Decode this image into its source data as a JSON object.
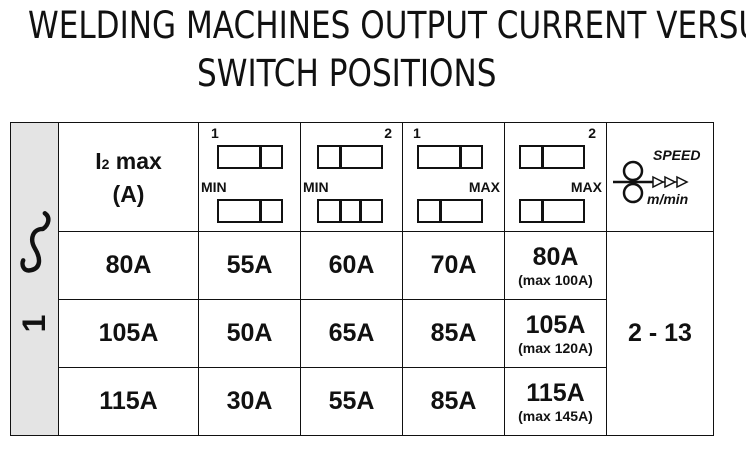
{
  "title": {
    "line1": "WELDING MACHINES OUTPUT CURRENT VERSUS",
    "line2": "SWITCH POSITIONS"
  },
  "header": {
    "i2max": "I",
    "i2max_sub": "2",
    "i2max_rest": " max",
    "unit": "(A)",
    "switch_num_1": "1",
    "switch_num_2": "2",
    "min_label": "MIN",
    "max_label": "MAX",
    "speed_label": "SPEED",
    "speed_unit": "m/min"
  },
  "side": {
    "phase": "1"
  },
  "rows": [
    {
      "i2": "80A",
      "c2": "55A",
      "c3": "60A",
      "c4": "70A",
      "c5": "80A",
      "c5_sub": "(max 100A)"
    },
    {
      "i2": "105A",
      "c2": "50A",
      "c3": "65A",
      "c4": "85A",
      "c5": "105A",
      "c5_sub": "(max 120A)"
    },
    {
      "i2": "115A",
      "c2": "30A",
      "c3": "55A",
      "c4": "85A",
      "c5": "115A",
      "c5_sub": "(max 145A)"
    }
  ],
  "speed_range": "2 - 13"
}
